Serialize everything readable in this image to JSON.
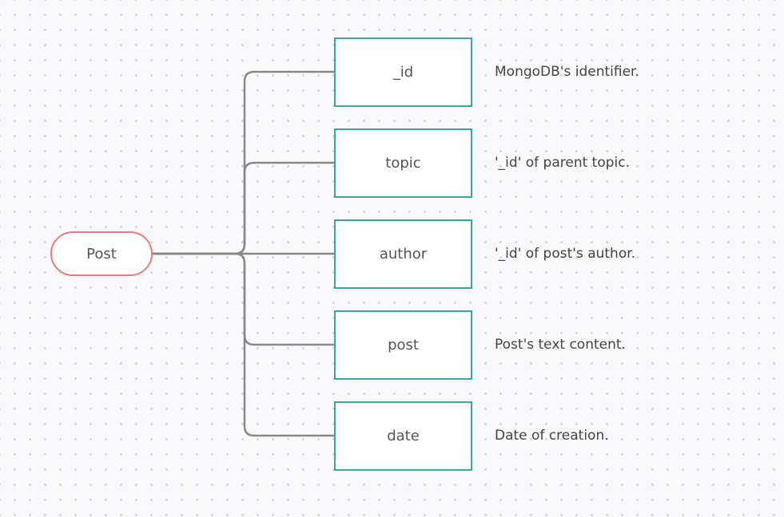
{
  "diagram": {
    "root": {
      "label": "Post"
    },
    "fields": [
      {
        "name": "_id",
        "description": "MongoDB's identifier."
      },
      {
        "name": "topic",
        "description": "'_id' of parent topic."
      },
      {
        "name": "author",
        "description": "'_id' of post's author."
      },
      {
        "name": "post",
        "description": "Post's text content."
      },
      {
        "name": "date",
        "description": "Date of creation."
      }
    ],
    "colors": {
      "root_border": "#ec7a7c",
      "field_border": "#3aa8a2",
      "connector": "#888888",
      "background": "#f9f9fb"
    }
  }
}
